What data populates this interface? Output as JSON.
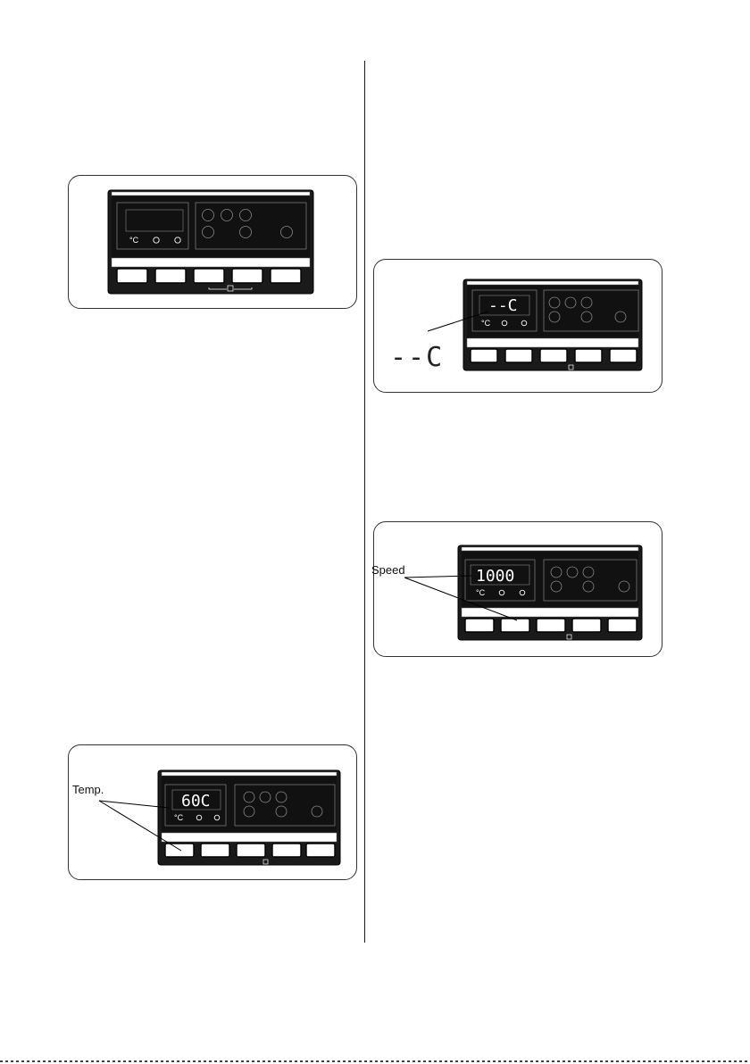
{
  "figures": [
    {
      "readout": "",
      "callout": ""
    },
    {
      "readout": "--C",
      "callout": "",
      "outside_readout": "--C"
    },
    {
      "readout": "1000",
      "callout": "Speed"
    },
    {
      "readout": "60C",
      "callout": "Temp."
    }
  ],
  "indicator_labels": [
    "°C",
    "spin-icon",
    "clock-icon"
  ],
  "colors": {
    "panel": "#111111",
    "rim": "#2a2a2a",
    "outline": "#333333"
  }
}
